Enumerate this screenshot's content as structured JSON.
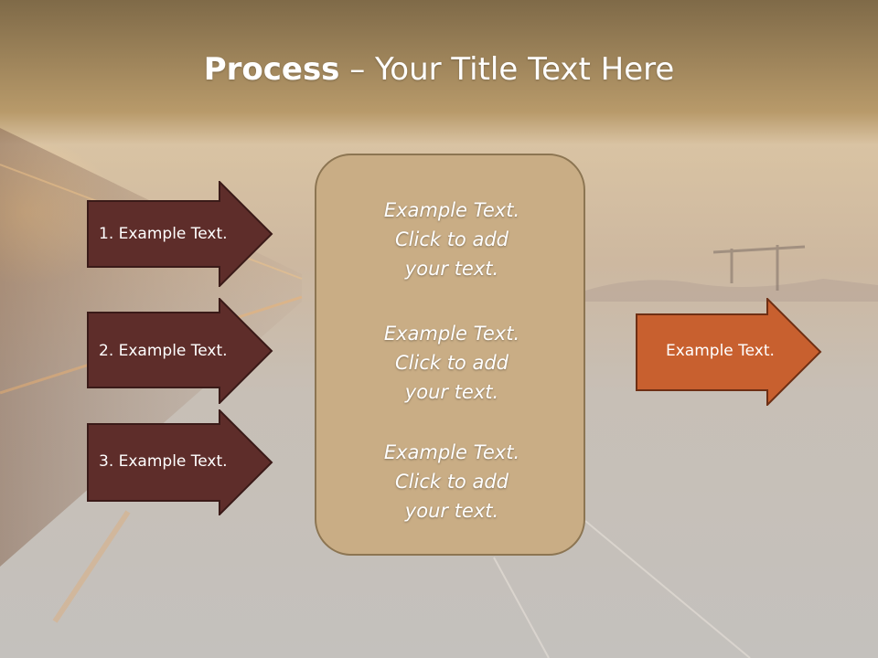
{
  "slide": {
    "title_bold": "Process",
    "title_rest": " – Your Title Text Here"
  },
  "left_arrows": [
    {
      "label": "1. Example Text."
    },
    {
      "label": "2. Example Text."
    },
    {
      "label": "3. Example Text."
    }
  ],
  "center_box": {
    "blocks": [
      [
        "Example Text.",
        "Click  to add",
        "your text."
      ],
      [
        "Example Text.",
        "Click  to add",
        "your text."
      ],
      [
        "Example Text.",
        "Click  to add",
        "your text."
      ]
    ]
  },
  "right_arrow": {
    "label": "Example Text."
  },
  "colors": {
    "left_arrow_fill": "#5e2d2a",
    "right_arrow_fill": "#c8602f",
    "center_box_fill": "#c9ad85",
    "header_band": "#a88c5e"
  }
}
